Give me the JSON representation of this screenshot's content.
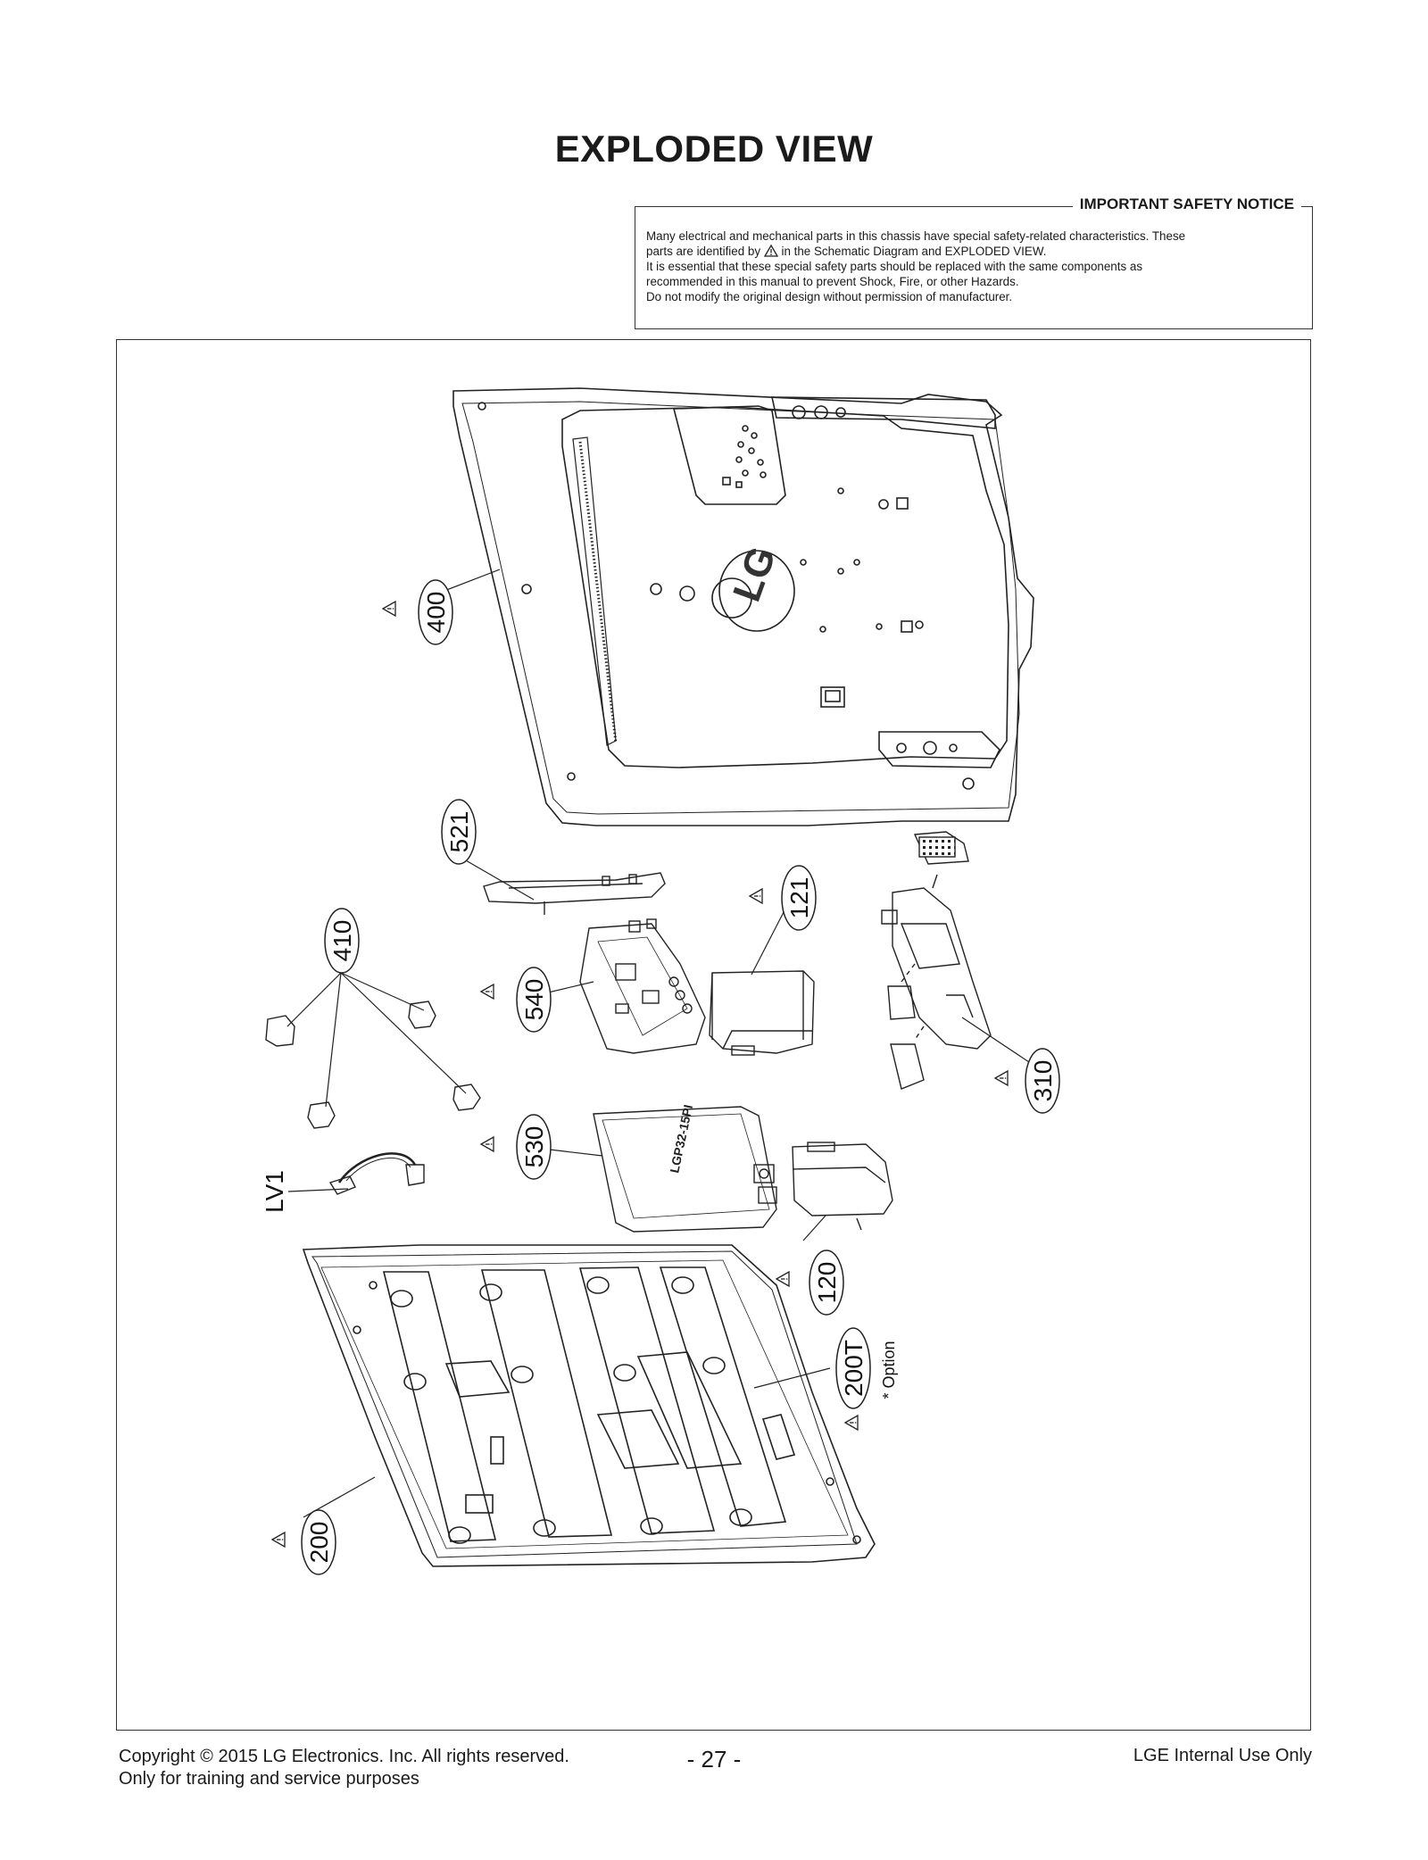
{
  "page": {
    "title": "EXPLODED VIEW",
    "page_number": "- 27 -"
  },
  "notice": {
    "title": "IMPORTANT SAFETY NOTICE",
    "line1": "Many electrical and mechanical parts in this chassis have special safety-related characteristics. These",
    "line2_pre": "parts are identified by",
    "line2_post": "in the Schematic Diagram and EXPLODED VIEW.",
    "line3": "It is essential that these special safety parts should be replaced with the same components as",
    "line4": "recommended in this manual to prevent Shock, Fire, or other Hazards.",
    "line5": "Do not modify the original design without permission of manufacturer."
  },
  "footer": {
    "copyright": "Copyright  © 2015  LG Electronics. Inc. All rights reserved.",
    "purpose": "Only for training and service purposes",
    "internal": "LGE Internal Use Only"
  },
  "diagram": {
    "labels": {
      "p400": "400",
      "p521": "521",
      "p410": "410",
      "p540": "540",
      "p121": "121",
      "p310": "310",
      "p530": "530",
      "pLV1": "LV1",
      "p120": "120",
      "p200T": "200T",
      "p200": "200"
    },
    "option_note": "* Option",
    "back_cover_logo": "LG",
    "power_board_marking": "LGP32-15PI"
  }
}
